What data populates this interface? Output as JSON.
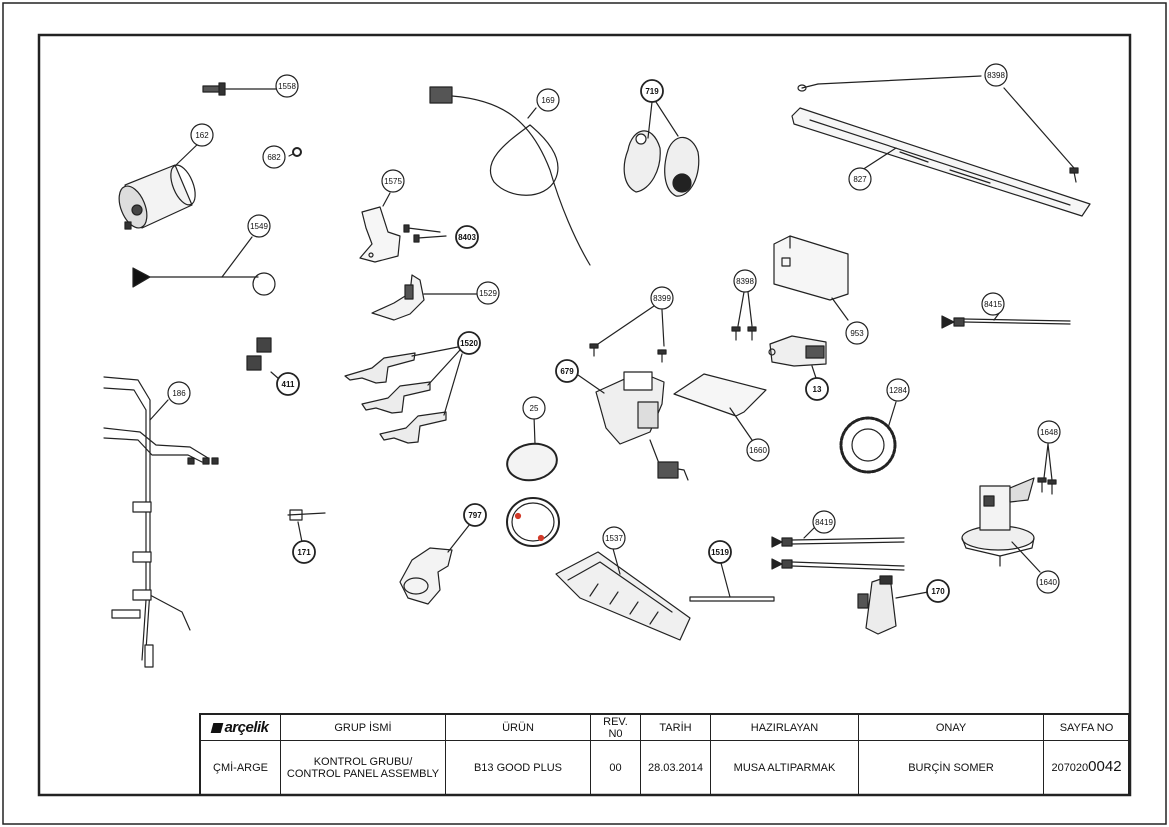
{
  "diagram": {
    "callouts": [
      "1558",
      "162",
      "682",
      "1549",
      "1575",
      "8403",
      "1529",
      "1520",
      "411",
      "186",
      "171",
      "169",
      "719",
      "8399",
      "679",
      "25",
      "1660",
      "797",
      "1537",
      "1519",
      "8398",
      "8398",
      "827",
      "953",
      "13",
      "8415",
      "1284",
      "1648",
      "8419",
      "1640",
      "170"
    ],
    "bold_callouts": [
      "719",
      "8403",
      "1520",
      "411",
      "171",
      "679",
      "797",
      "1519",
      "13",
      "170"
    ],
    "colors": {
      "line": "#222222",
      "accent": "#d23b2a"
    }
  },
  "title_block": {
    "logo": "arçelik",
    "company": "ÇMİ-ARGE",
    "group_header": "GRUP İSMİ",
    "group_value_1": "KONTROL GRUBU/",
    "group_value_2": "CONTROL PANEL ASSEMBLY",
    "product_header": "ÜRÜN",
    "product_value": "B13 GOOD PLUS",
    "rev_header_1": "REV.",
    "rev_header_2": "N0",
    "rev_value": "00",
    "date_header": "TARİH",
    "date_value": "28.03.2014",
    "prepared_header": "HAZIRLAYAN",
    "prepared_value": "MUSA ALTIPARMAK",
    "approval_header": "ONAY",
    "approval_value": "BURÇİN SOMER",
    "page_header": "SAYFA NO",
    "page_value_prefix": "207020",
    "page_value_suffix": "0042"
  }
}
